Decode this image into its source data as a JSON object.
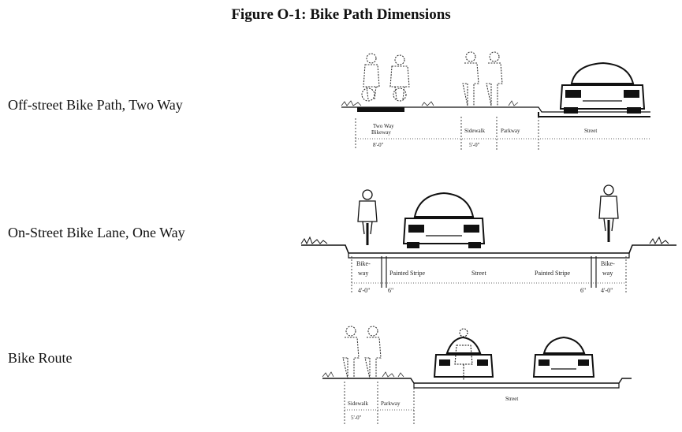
{
  "figure": {
    "title": "Figure O-1: Bike Path Dimensions"
  },
  "rows": [
    {
      "label": "Off-street Bike Path, Two Way",
      "zones": [
        "Two Way",
        "Bikeway",
        "Sidewalk",
        "Parkway",
        "Street"
      ],
      "dimensions": [
        "8'-0\"",
        "5'-0\""
      ]
    },
    {
      "label": "On-Street Bike Lane, One Way",
      "zones": [
        "Bike-",
        "way",
        "Painted Stripe",
        "Street",
        "Painted Stripe",
        "Bike-",
        "way"
      ],
      "dimensions": [
        "4'-0\"",
        "6\"",
        "6\"",
        "4'-0\""
      ]
    },
    {
      "label": "Bike Route",
      "zones": [
        "Sidewalk",
        "Parkway",
        "Street"
      ],
      "dimensions": [
        "5'-0\""
      ]
    }
  ]
}
